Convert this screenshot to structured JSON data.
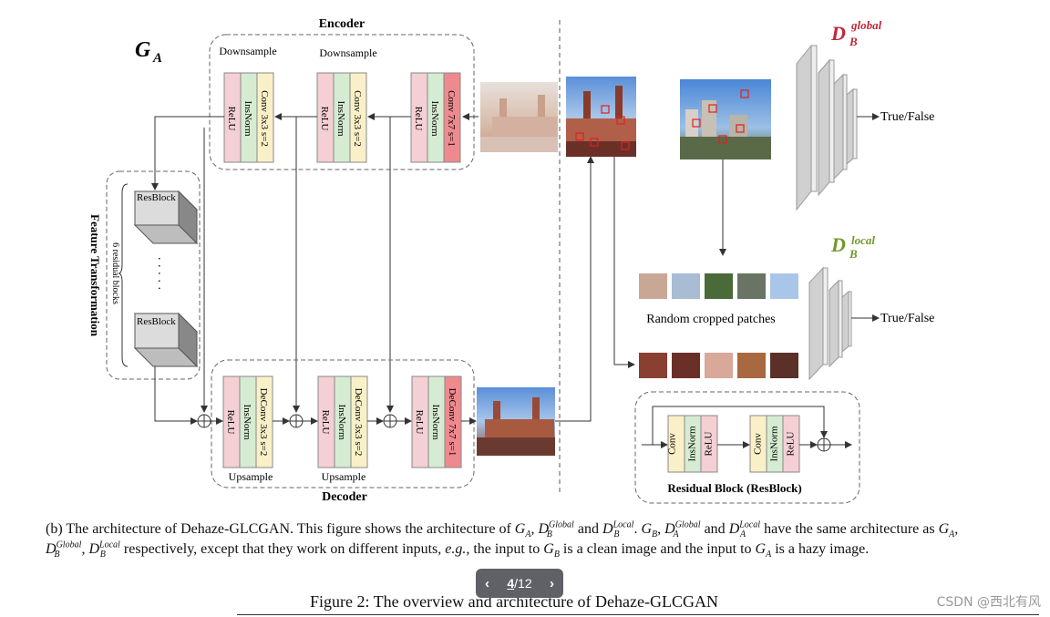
{
  "diagram": {
    "ga_label_main": "G",
    "ga_label_sub": "A",
    "encoder_title": "Encoder",
    "decoder_title": "Decoder",
    "downsample": "Downsample",
    "upsample": "Upsample",
    "feature_transformation": "Feature Transformation",
    "residual_blocks_note": "6 residual blocks",
    "resblock": "ResBlock",
    "dots": "· · · · ·",
    "layers": {
      "relu": "ReLU",
      "insnorm": "InsNorm",
      "conv7": "Conv 7x7 s=1",
      "conv3": "Conv 3x3 s=2",
      "deconv7": "DeConv 7x7 s=1",
      "deconv3": "DeConv 3x3 s=2",
      "conv": "Conv"
    },
    "dglobal_main": "D",
    "dglobal_sub": "B",
    "dglobal_sup": "global",
    "dlocal_main": "D",
    "dlocal_sub": "B",
    "dlocal_sup": "local",
    "true_false": "True/False",
    "random_patches": "Random cropped patches",
    "residual_block_title": "Residual Block (ResBlock)"
  },
  "caption": {
    "part1": "(b) The architecture of Dehaze-GLCGAN. This figure shows the architecture of ",
    "ga": "G",
    "ga_sub": "A",
    "comma1": ", ",
    "db1": "D",
    "db1_sub": "B",
    "db1_sup": "Global",
    "and1": " and ",
    "db2": "D",
    "db2_sub": "B",
    "db2_sup": "Local",
    "dot1": ". ",
    "gb": "G",
    "gb_sub": "B",
    "comma2": ", ",
    "da1": "D",
    "da1_sub": "A",
    "da1_sup": "Global",
    "and2": " and ",
    "da2": "D",
    "da2_sub": "A",
    "da2_sup": "Local",
    "part2": " have the same architecture as ",
    "ga2": "G",
    "ga2_sub": "A",
    "comma3": ", ",
    "db3": "D",
    "db3_sub": "B",
    "db3_sup": "Global",
    "comma4": ", ",
    "db4": "D",
    "db4_sub": "B",
    "db4_sup": "Local",
    "part3": " respectively, except that they work on different inputs, ",
    "eg": "e.g.,",
    "part4": " the input to ",
    "gb2": "G",
    "gb2_sub": "B",
    "part5": " is a clean image and the input to ",
    "ga3": "G",
    "ga3_sub": "A",
    "part6": " is a hazy image."
  },
  "figure_title": "Figure 2: The overview and architecture of Dehaze-GLCGAN",
  "pager": {
    "current": "4",
    "separator": "/",
    "total": "12"
  },
  "watermark": "CSDN @西北有风",
  "colors": {
    "relu": "#f4cfd3",
    "insnorm": "#d6ecd2",
    "conv": "#faf0c8",
    "red": "#ee8a8e",
    "global": "#c0283a",
    "local": "#6e9a2a"
  }
}
